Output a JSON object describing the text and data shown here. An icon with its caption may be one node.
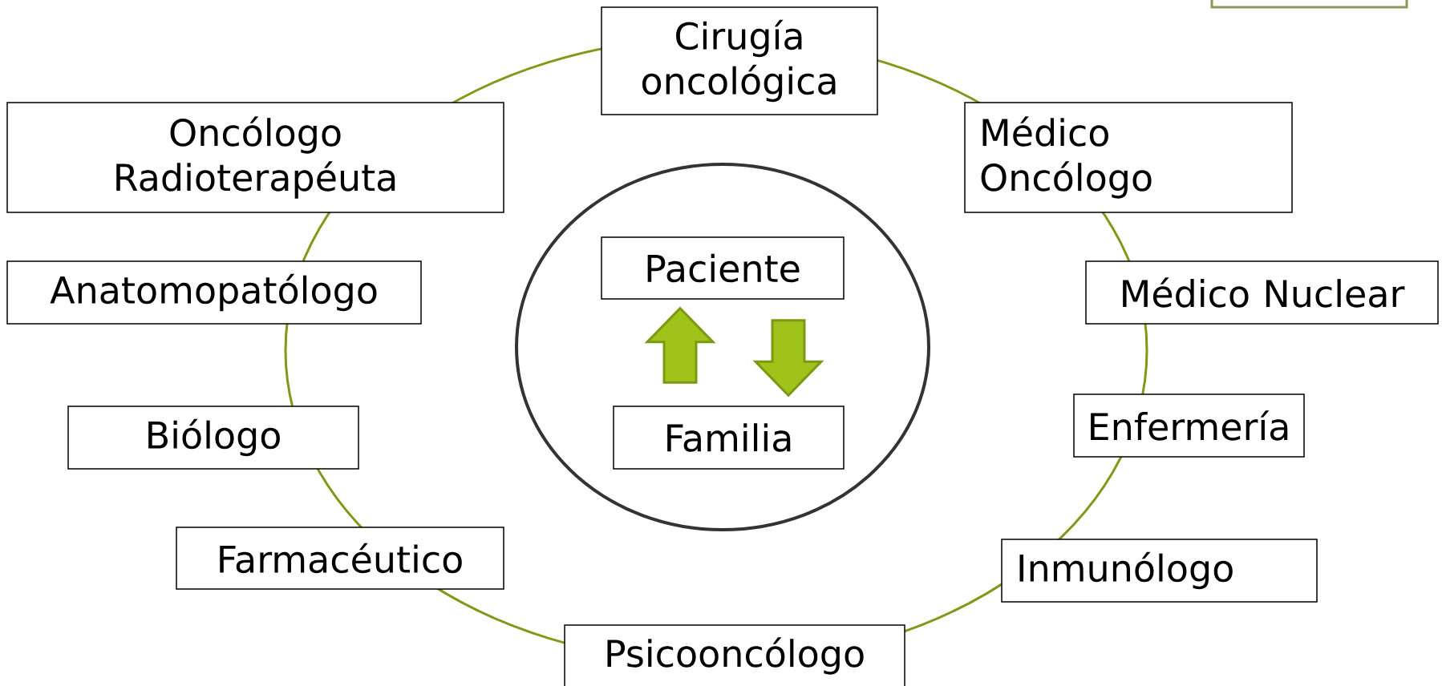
{
  "diagram": {
    "nodes": [
      {
        "text": [
          "Cirugía oncológica"
        ]
      },
      {
        "text": [
          "Oncólogo Radioterapéuta"
        ]
      },
      {
        "text": [
          "Médico Oncólogo"
        ]
      },
      {
        "text": [],
        "shape": "circle"
      },
      {
        "text": [
          "Paciente"
        ],
        "in": 3
      },
      {
        "text": [
          "Familia"
        ],
        "in": 3
      },
      {
        "text": [
          "Anatomopatólogo"
        ]
      },
      {
        "text": [
          "Médico Nuclear"
        ]
      },
      {
        "text": [
          "Enfermería"
        ]
      },
      {
        "text": [
          "Biólogo"
        ]
      },
      {
        "text": [
          "Farmacéutico"
        ]
      },
      {
        "text": [
          "Inmunólogo"
        ]
      },
      {
        "text": [
          "Psicooncólogo"
        ]
      }
    ],
    "edges": [
      {
        "from": 5,
        "to": 4,
        "arrow": "to",
        "style": "thick"
      },
      {
        "from": 4,
        "to": 5,
        "arrow": "to",
        "style": "thick"
      }
    ]
  }
}
